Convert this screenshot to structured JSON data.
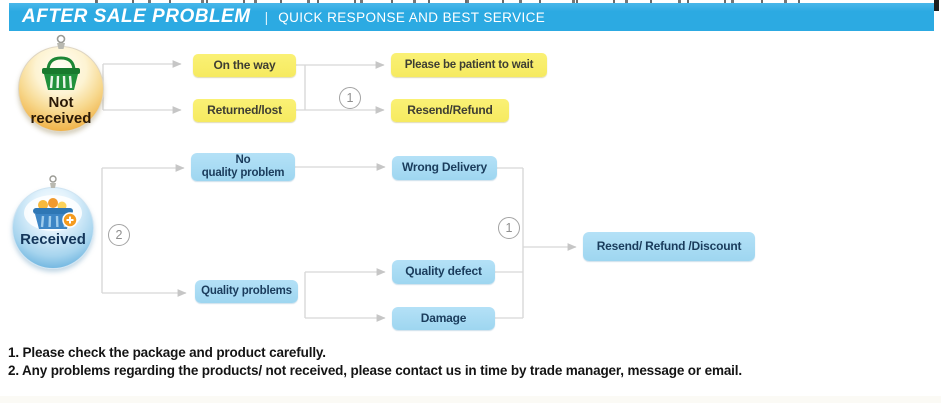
{
  "banner": {
    "title": "AFTER SALE PROBLEM",
    "separator": "|",
    "subtitle": "QUICK RESPONSE AND BEST SERVICE",
    "bg_color": "#2caae2"
  },
  "flow": {
    "sources": {
      "not_received": {
        "line1": "Not",
        "line2": "received",
        "icon": "shopping-basket-icon",
        "theme_color": "#efab3a"
      },
      "received": {
        "label": "Received",
        "icon": "shopping-basket-full-icon",
        "theme_color": "#5aa9da"
      }
    },
    "badges": {
      "one": "1",
      "two": "2"
    },
    "nodes": {
      "on_the_way": "On the way",
      "returned_lost": "Returned/lost",
      "be_patient": "Please be patient to wait",
      "resend_refund": "Resend/Refund",
      "no_quality_line1": "No",
      "no_quality_line2": "quality problem",
      "quality_problems": "Quality problems",
      "wrong_delivery": "Wrong Delivery",
      "quality_defect": "Quality defect",
      "damage": "Damage",
      "resend_refund_discount": "Resend/ Refund /Discount"
    },
    "colors": {
      "yellow_node": "#f8ee6c",
      "blue_node": "#a7dbf3",
      "connector": "#d4d4d4"
    }
  },
  "notes": {
    "line1": "1. Please check the package and product carefully.",
    "line2": "2. Any problems regarding the products/ not received, please contact us in time by trade manager, message or email."
  }
}
